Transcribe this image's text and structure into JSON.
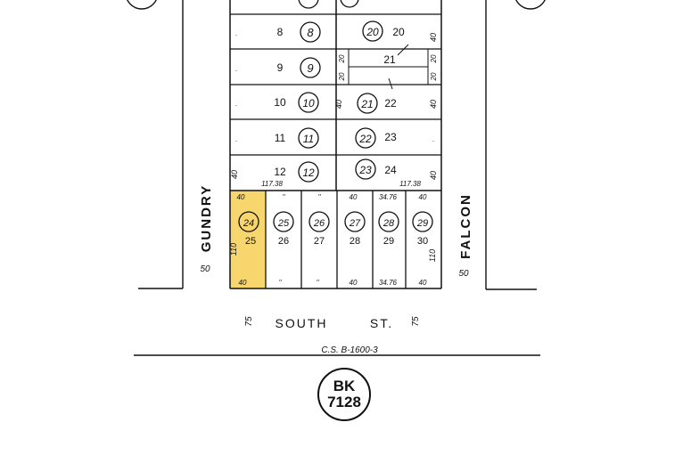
{
  "north_lots": [
    {
      "lot": "8",
      "parcel": "8"
    },
    {
      "lot": "9",
      "parcel": "9"
    },
    {
      "lot": "10",
      "parcel": "10"
    },
    {
      "lot": "11",
      "parcel": "11"
    },
    {
      "lot": "12",
      "parcel": "12"
    }
  ],
  "east_lots": [
    {
      "lot": "20",
      "parcel": "20"
    },
    {
      "lot": "21",
      "parcel": ""
    },
    {
      "lot": "22",
      "parcel": "21"
    },
    {
      "lot": "23",
      "parcel": "22"
    },
    {
      "lot": "24",
      "parcel": "23"
    }
  ],
  "south_lots": [
    {
      "parcel": "24",
      "lot": "25",
      "highlighted": true
    },
    {
      "parcel": "25",
      "lot": "26"
    },
    {
      "parcel": "26",
      "lot": "27"
    },
    {
      "parcel": "27",
      "lot": "28"
    },
    {
      "parcel": "28",
      "lot": "29"
    },
    {
      "parcel": "29",
      "lot": "30"
    }
  ],
  "south_top_dims": [
    "40",
    "\"",
    "\"",
    "40",
    "34.76",
    "40"
  ],
  "south_bottom_dims": [
    "40",
    "\"",
    "\"",
    "40",
    "34.76",
    "40"
  ],
  "dims": {
    "d40": "40",
    "d20": "20",
    "d117": "117.38",
    "d50": "50",
    "d75": "75",
    "d110": "110",
    "ditto": "\"",
    "dot": "."
  },
  "streets": {
    "west": "GUNDRY",
    "east": "FALCON",
    "south": "SOUTH",
    "south_suffix": "ST."
  },
  "survey_ref": "C.S. B-1600-3",
  "book": {
    "line1": "BK",
    "line2": "7128"
  },
  "colors": {
    "highlight": "#f7d66e",
    "ink": "#111111"
  }
}
